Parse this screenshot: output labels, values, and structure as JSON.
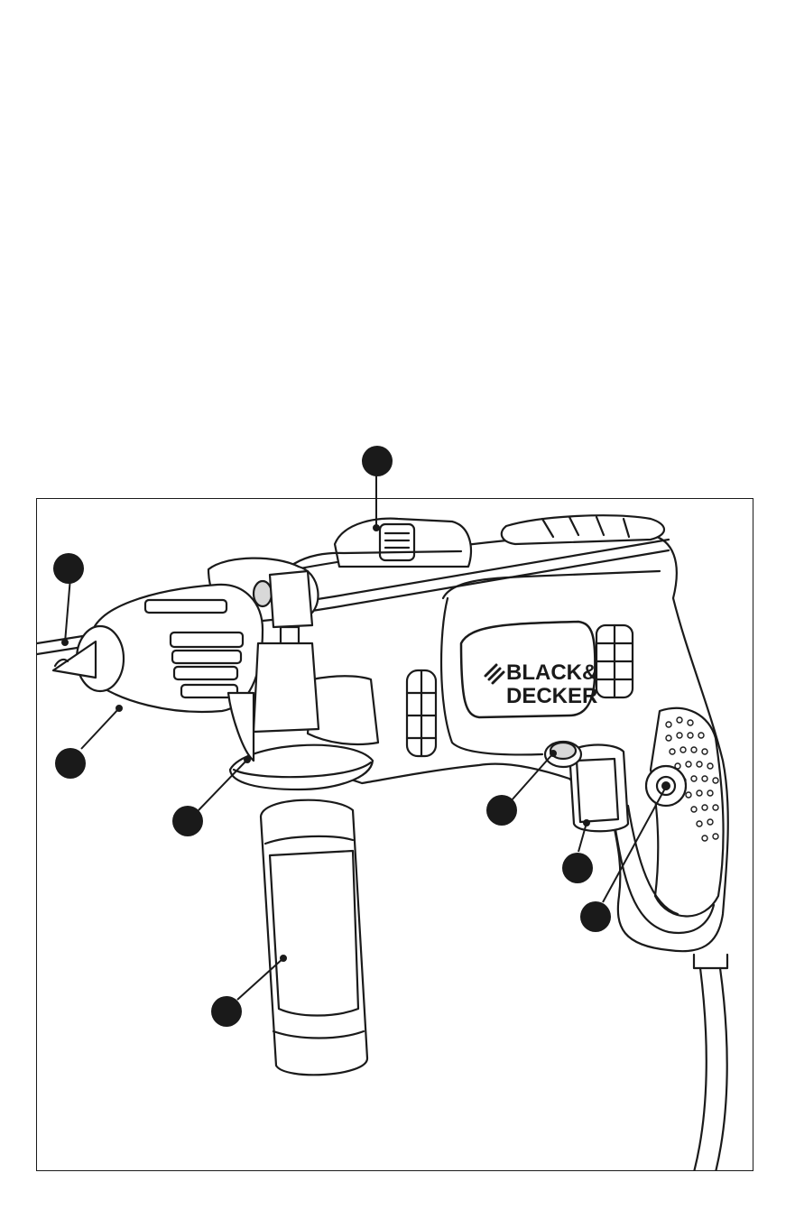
{
  "figure": {
    "brand_logo": {
      "line1": "BLACK&",
      "line2": "DECKER"
    },
    "callouts": [
      {
        "id": "c1"
      },
      {
        "id": "c2"
      },
      {
        "id": "c3"
      },
      {
        "id": "c4"
      },
      {
        "id": "c5"
      },
      {
        "id": "c6"
      },
      {
        "id": "c7"
      },
      {
        "id": "c8"
      },
      {
        "id": "c9"
      }
    ],
    "colors": {
      "line": "#1a1a1a",
      "fill_light": "#ffffff",
      "shade": "#d8d8d8",
      "dark": "#1a1a1a"
    }
  }
}
